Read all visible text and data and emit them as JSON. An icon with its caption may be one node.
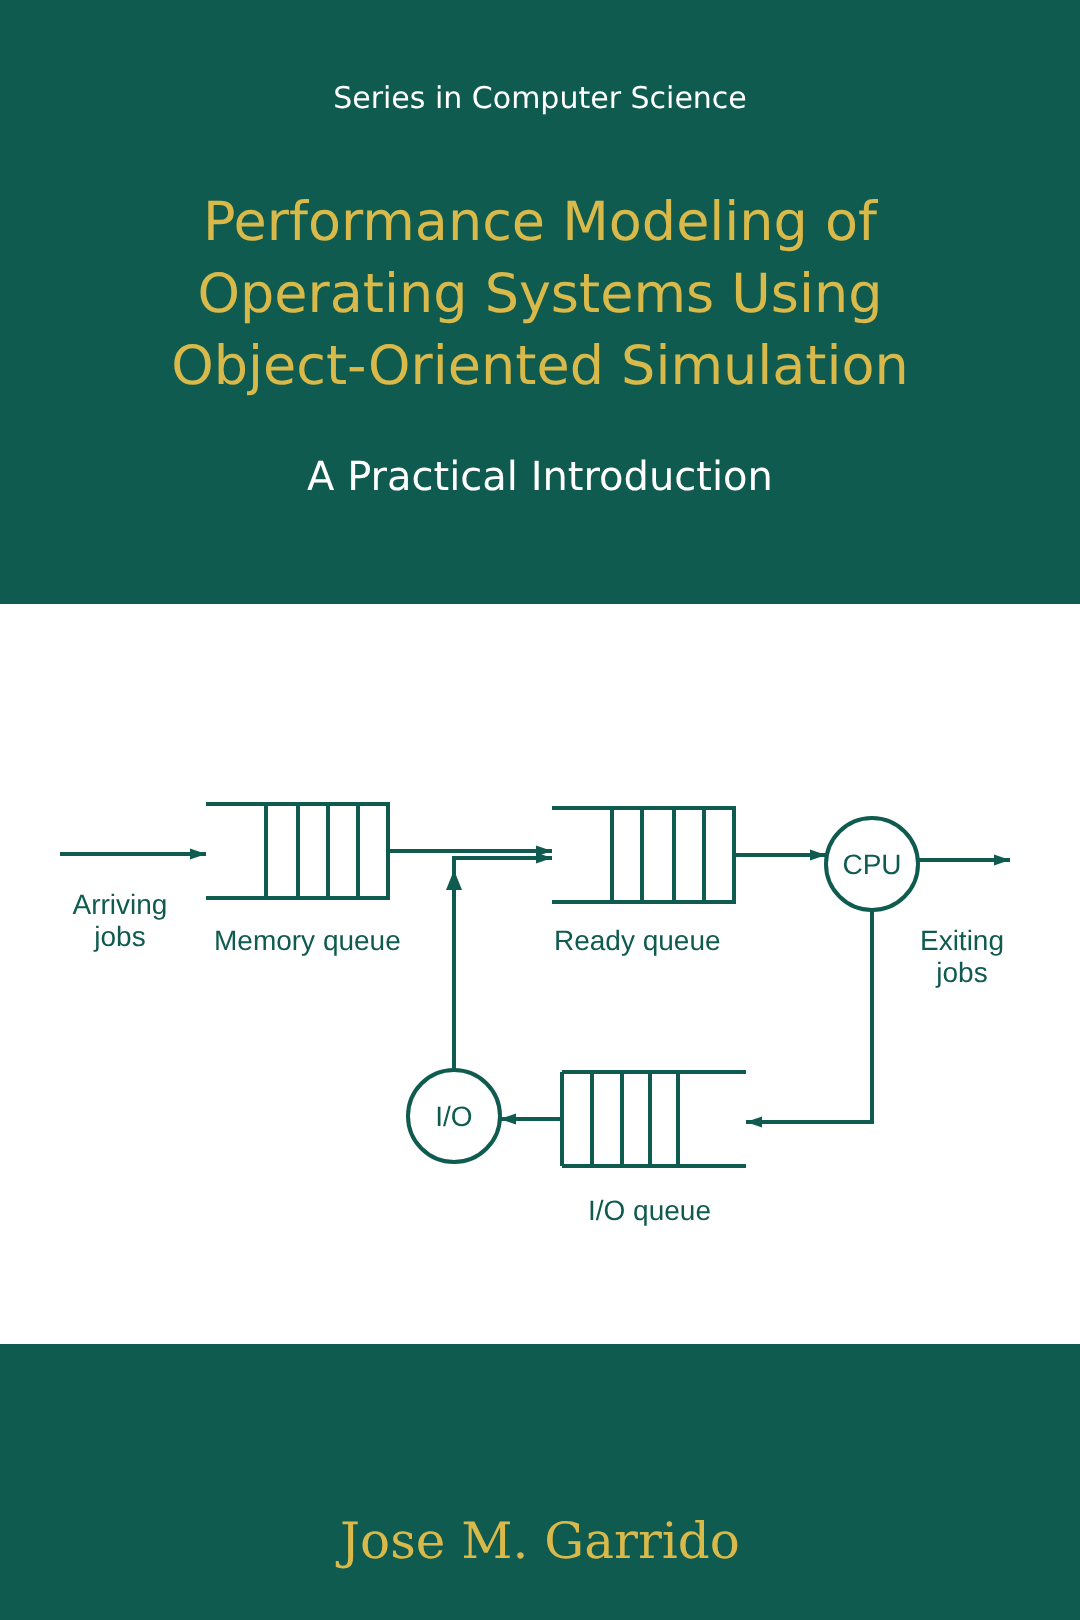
{
  "diagram": {
    "title": "Performance Modeling of Operating Systems Using Object-Oriented Simulation",
    "nodes": [
      {
        "text": [
          "Memory queue"
        ]
      },
      {
        "text": [
          "Ready queue"
        ]
      },
      {
        "text": [
          "CPU"
        ]
      },
      {
        "text": [
          "I/O queue"
        ]
      },
      {
        "text": [
          "I/O"
        ]
      }
    ],
    "edges": [
      {
        "from": null,
        "to": 0,
        "arrow": "to",
        "label": "Arriving jobs"
      },
      {
        "from": 0,
        "to": 1,
        "arrow": "to"
      },
      {
        "from": 4,
        "to": 1,
        "arrow": "to"
      },
      {
        "from": 1,
        "to": 2,
        "arrow": "to"
      },
      {
        "from": 2,
        "to": null,
        "arrow": "to",
        "label": "Exiting jobs"
      },
      {
        "from": 2,
        "to": 3,
        "arrow": "to"
      },
      {
        "from": 3,
        "to": 4,
        "arrow": "to"
      }
    ],
    "labels": [
      "Series in Computer Science",
      "A Practical Introduction",
      "Jose M. Garrido"
    ]
  }
}
